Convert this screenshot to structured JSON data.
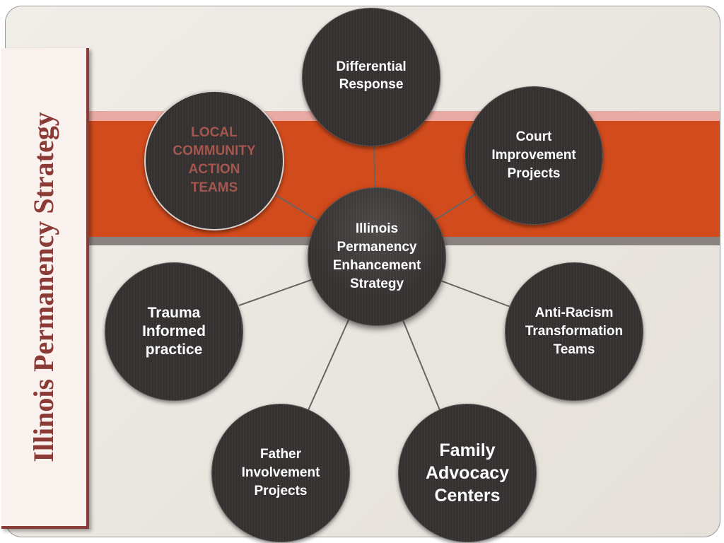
{
  "side_title": "Illinois Permanency Strategy",
  "colors": {
    "accent_band": "#d24b1c",
    "title_text": "#8b3a36",
    "node_fill": "#343130",
    "local_node_text": "#a5574f"
  },
  "diagram": {
    "center": "Illinois\nPermanency\nEnhancement\nStrategy",
    "nodes": {
      "differential_response": "Differential\nResponse",
      "court_improvement": "Court\nImprovement\nProjects",
      "local_community": "LOCAL\nCOMMUNITY\nACTION\nTEAMS",
      "trauma_informed": "Trauma\nInformed\npractice",
      "anti_racism": "Anti-Racism\nTransformation\nTeams",
      "father_involvement": "Father\nInvolvement\nProjects",
      "family_advocacy": "Family\nAdvocacy\nCenters"
    }
  }
}
